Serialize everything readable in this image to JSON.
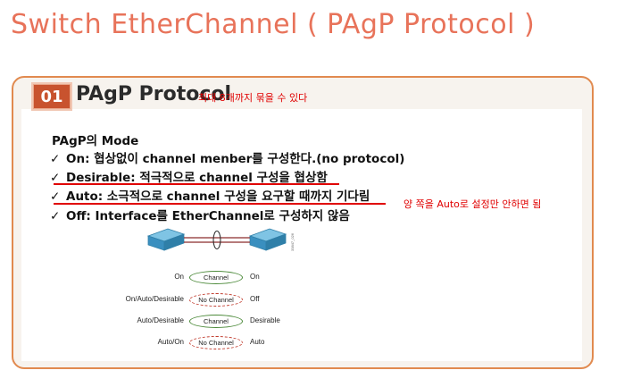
{
  "slide": {
    "title": "Switch EtherChannel ( PAgP Protocol )"
  },
  "section": {
    "number": "01",
    "title": "PAgP Protocol",
    "note": "최대 8개까지 묶을 수 있다"
  },
  "mode": {
    "heading": "PAgP의 Mode",
    "check_mark": "✓",
    "items": [
      {
        "text": "On: 협상없이 channel menber를 구성한다.(no protocol)",
        "underlined": false
      },
      {
        "text": "Desirable: 적극적으로  channel 구성을 협상함",
        "underlined": true
      },
      {
        "text": "Auto: 소극적으로 channel 구성을 요구할 때까지 기다림",
        "underlined": true
      },
      {
        "text": "Off: Interface를 EtherChannel로 구성하지 않음",
        "underlined": false
      }
    ],
    "side_note": "양 쪽을 Auto로 설정만 안하면 됨"
  },
  "diagram": {
    "figure_id": "33847_026",
    "rows": [
      {
        "left": "On",
        "channel": "Channel",
        "right": "On",
        "forms_channel": true
      },
      {
        "left": "On/Auto/Desirable",
        "channel": "No Channel",
        "right": "Off",
        "forms_channel": false
      },
      {
        "left": "Auto/Desirable",
        "channel": "Channel",
        "right": "Desirable",
        "forms_channel": true
      },
      {
        "left": "Auto/On",
        "channel": "No Channel",
        "right": "Auto",
        "forms_channel": false
      }
    ],
    "colors": {
      "channel_oval": "#4c8a3a",
      "no_channel_oval": "#c0392b",
      "switch": "#4aa0c8"
    }
  },
  "colors": {
    "title": "#e8735a",
    "panel_border": "#e18a4f",
    "badge": "#c8532e",
    "annotation": "#e00000"
  }
}
